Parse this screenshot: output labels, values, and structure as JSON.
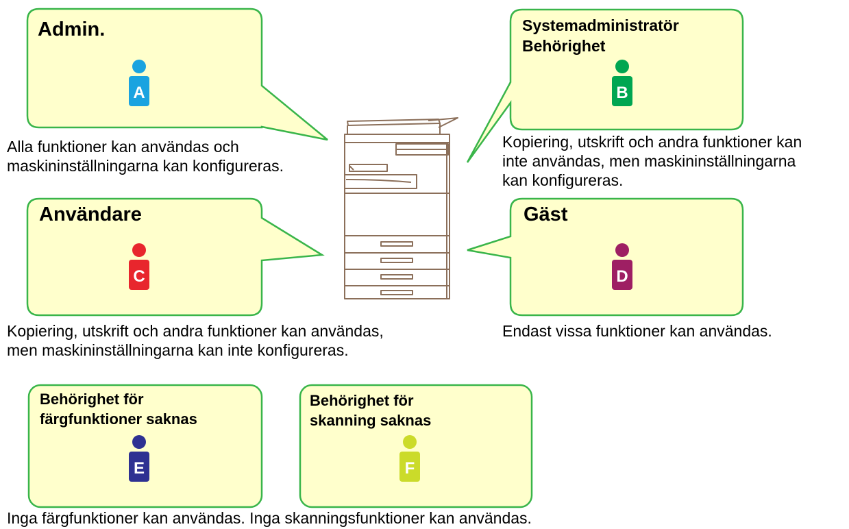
{
  "roles": [
    {
      "id": "admin",
      "title": [
        "Admin."
      ],
      "letter": "A",
      "color": "#1aa3e0"
    },
    {
      "id": "sysadmin",
      "title": [
        "Systemadministratör",
        "Behörighet"
      ],
      "letter": "B",
      "color": "#00a651"
    },
    {
      "id": "user",
      "title": [
        "Användare"
      ],
      "letter": "C",
      "color": "#e8262d"
    },
    {
      "id": "guest",
      "title": [
        "Gäst"
      ],
      "letter": "D",
      "color": "#9e1f63"
    },
    {
      "id": "no-color",
      "title": [
        "Behörighet för",
        "färgfunktioner saknas"
      ],
      "letter": "E",
      "color": "#2e3192"
    },
    {
      "id": "no-scan",
      "title": [
        "Behörighet för",
        "skanning saknas"
      ],
      "letter": "F",
      "color": "#cbdb2a"
    }
  ],
  "descriptions": {
    "admin": "Alla funktioner kan användas och\nmaskininställningarna kan konfigureras.",
    "sysadmin": "Kopiering, utskrift och andra funktioner kan\ninte användas, men maskininställningarna\nkan konfigureras.",
    "user": "Kopiering, utskrift och andra funktioner kan användas,\nmen maskininställningarna kan inte konfigureras.",
    "guest": "Endast vissa funktioner kan användas.",
    "bottom": "Inga färgfunktioner kan användas. Inga skanningsfunktioner kan användas."
  },
  "colors": {
    "bubble_fill": "#ffffcc",
    "bubble_border": "#39b54a",
    "printer_line": "#8b6f5a"
  }
}
